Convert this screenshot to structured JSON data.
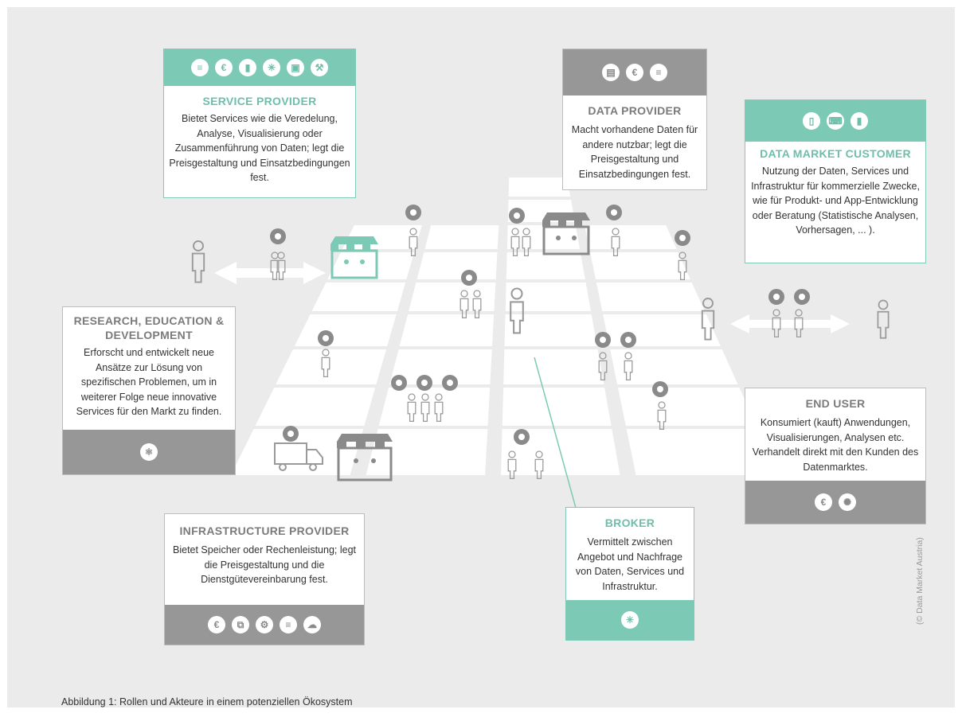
{
  "colors": {
    "teal": "#7ccab5",
    "teal_text": "#6cbfab",
    "gray": "#979797",
    "floor": "#ffffff",
    "background": "#ebebeb"
  },
  "service_provider": {
    "title": "SERVICE PROVIDER",
    "description": "Bietet Services wie die Veredelung, Analyse, Visualisierung oder Zusammenführung von Daten; legt die Preisgestaltung und Einsatzbedingungen fest.",
    "icons": [
      "document-icon",
      "euro-icon",
      "chart-icon",
      "network-icon",
      "presentation-icon",
      "tools-icon"
    ]
  },
  "data_provider": {
    "title": "DATA PROVIDER",
    "description": "Macht vorhandene Daten für andere nutzbar; legt die Preisgestaltung und Einsatzbedingungen fest.",
    "icons": [
      "database-icon",
      "euro-icon",
      "document-icon"
    ]
  },
  "data_market_customer": {
    "title": "DATA MARKET CUSTOMER",
    "description": "Nutzung der Daten, Services und Infrastruktur für kommerzielle Zwecke, wie für Produkt- und App-Entwicklung oder Beratung (Statistische Analysen, Vorhersagen, ... ).",
    "icons": [
      "mobile-icon",
      "code-icon",
      "chart-icon"
    ]
  },
  "research": {
    "title": "RESEARCH, EDUCATION & DEVELOPMENT",
    "description": "Erforscht und entwickelt neue Ansätze zur Lösung von spezifischen Problemen, um in weiterer Folge neue innovative Services für den Markt zu finden.",
    "icons": [
      "atom-icon"
    ]
  },
  "end_user": {
    "title": "END USER",
    "description": "Konsumiert (kauft) Anwendungen, Visualisierungen, Analysen etc. Verhandelt direkt mit den Kunden des Datenmarktes.",
    "icons": [
      "euro-icon",
      "idea-icon"
    ]
  },
  "infrastructure_provider": {
    "title": "INFRASTRUCTURE PROVIDER",
    "description": "Bietet Speicher oder Rechenleistung; legt die Preisgestaltung und die Dienstgütevereinbarung fest.",
    "icons": [
      "euro-icon",
      "server-network-icon",
      "gears-icon",
      "document-icon",
      "cloud-upload-icon"
    ]
  },
  "broker": {
    "title": "BROKER",
    "description": "Vermittelt zwischen Angebot und Nachfrage von Daten, Services und Infrastruktur.",
    "icons": [
      "network-icon"
    ]
  },
  "caption": "Abbildung 1: Rollen und Akteure in einem potenziellen Ökosystem",
  "copyright": "(© Data Market Austria)"
}
